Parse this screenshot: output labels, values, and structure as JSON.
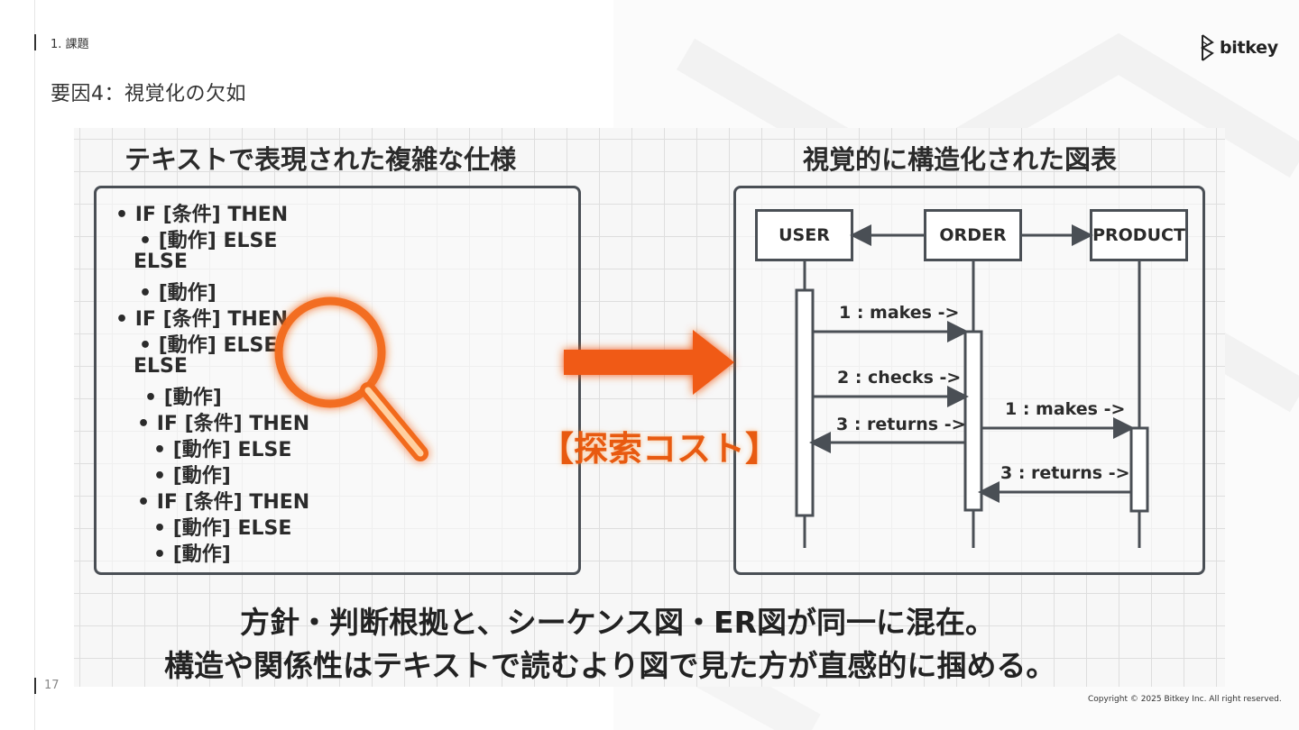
{
  "header": {
    "section": "1.  課題",
    "title": "要因4：視覚化の欠如"
  },
  "brand": {
    "logo_text": "bitkey"
  },
  "footer": {
    "page_number": "17",
    "copyright": "Copyright © 2025 Bitkey Inc. All right reserved."
  },
  "figure": {
    "left_heading": "テキストで表現された複雑な仕様",
    "right_heading": "視覚的に構造化された図表",
    "spec_lines": [
      "• IF [条件] THEN",
      "• [動作] ELSE",
      "ELSE",
      "• [動作]",
      "• IF [条件] THEN",
      "• [動作] ELSE",
      "ELSE",
      "• [動作]",
      "• IF [条件] THEN",
      "• [動作] ELSE",
      "• [動作]",
      "• IF [条件] THEN",
      "• [動作] ELSE",
      "• [動作]"
    ],
    "search_cost_label": "【探索コスト】",
    "entities": [
      "USER",
      "ORDER",
      "PRODUCT"
    ],
    "messages": [
      "1 : makes ->",
      "2 : checks ->",
      "3 : returns ->",
      "1 : makes ->",
      "3 : returns ->"
    ],
    "caption_line1": "方針・判断根拠と、シーケンス図・ER図が同一に混在。",
    "caption_line2": "構造や関係性はテキストで読むより図で見た方が直感的に掴める。",
    "accent_color": "#f26a1b",
    "stroke_color": "#4a4f55"
  }
}
